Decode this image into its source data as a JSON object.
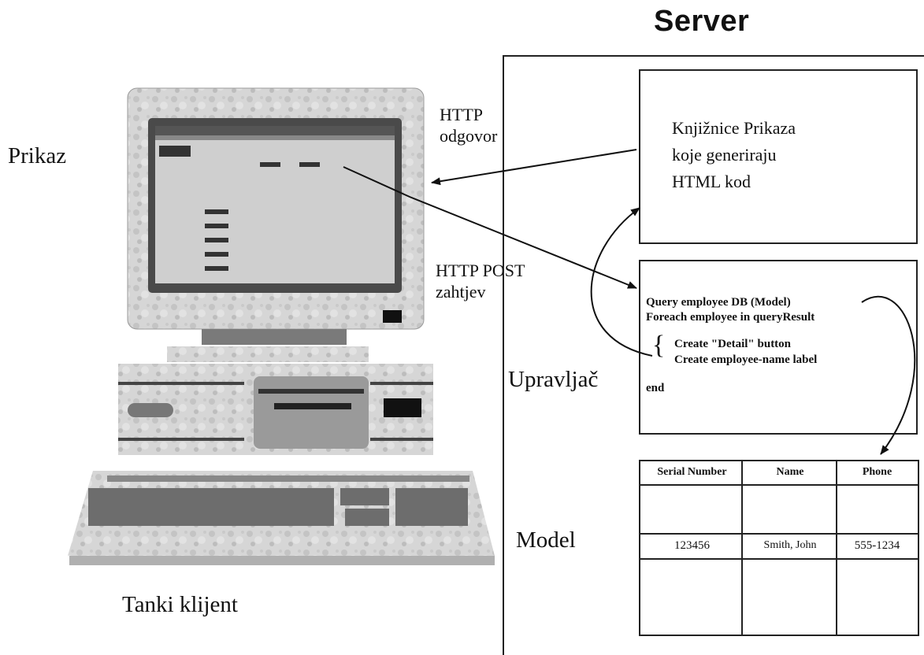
{
  "server_title": "Server",
  "labels": {
    "view": "Prikaz",
    "thin_client": "Tanki klijent",
    "controller": "Upravljač",
    "model": "Model"
  },
  "http": {
    "response_line1": "HTTP",
    "response_line2": "odgovor",
    "request_line1": "HTTP POST",
    "request_line2": "zahtjev"
  },
  "view_libraries": {
    "line1": "Knjižnice Prikaza",
    "line2": "koje generiraju",
    "line3": "HTML kod"
  },
  "controller_code": {
    "line1": "Query employee DB (Model)",
    "line2": "Foreach employee in queryResult",
    "brace": "{",
    "line3": "Create \"Detail\" button",
    "line4": "Create employee-name label",
    "line5": "end"
  },
  "model_table": {
    "headers": [
      "Serial Number",
      "Name",
      "Phone"
    ],
    "row": [
      "123456",
      "Smith, John",
      "555-1234"
    ]
  }
}
